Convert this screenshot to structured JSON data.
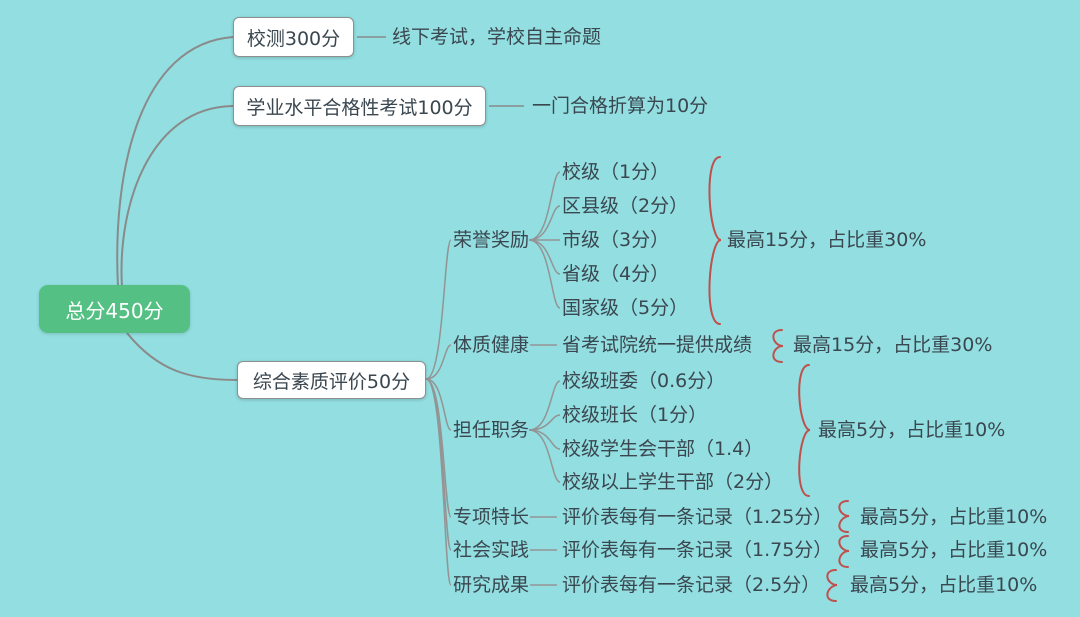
{
  "root": {
    "label": "总分450分"
  },
  "branches": [
    {
      "label": "校测300分",
      "note": "线下考试，学校自主命题"
    },
    {
      "label": "学业水平合格性考试100分",
      "note": "一门合格折算为10分"
    },
    {
      "label": "综合素质评价50分",
      "children": [
        {
          "label": "荣誉奖励",
          "items": [
            "校级（1分）",
            "区县级（2分）",
            "市级（3分）",
            "省级（4分）",
            "国家级（5分）"
          ],
          "summary": "最高15分，占比重30%"
        },
        {
          "label": "体质健康",
          "items": [
            "省考试院统一提供成绩"
          ],
          "summary": "最高15分，占比重30%"
        },
        {
          "label": "担任职务",
          "items": [
            "校级班委（0.6分）",
            "校级班长（1分）",
            "校级学生会干部（1.4）",
            "校级以上学生干部（2分）"
          ],
          "summary": "最高5分，占比重10%"
        },
        {
          "label": "专项特长",
          "items": [
            "评价表每有一条记录（1.25分）"
          ],
          "summary": "最高5分，占比重10%"
        },
        {
          "label": "社会实践",
          "items": [
            "评价表每有一条记录（1.75分）"
          ],
          "summary": "最高5分，占比重10%"
        },
        {
          "label": "研究成果",
          "items": [
            "评价表每有一条记录（2.5分）"
          ],
          "summary": "最高5分，占比重10%"
        }
      ]
    }
  ],
  "colors": {
    "background": "#92dee0",
    "root_node": "#55c083",
    "root_text": "#ffffff",
    "node_background": "#ffffff",
    "node_border": "#8f8f8f",
    "text": "#3a4750",
    "connector": "#8a8a8a",
    "brace": "#c0504d"
  }
}
